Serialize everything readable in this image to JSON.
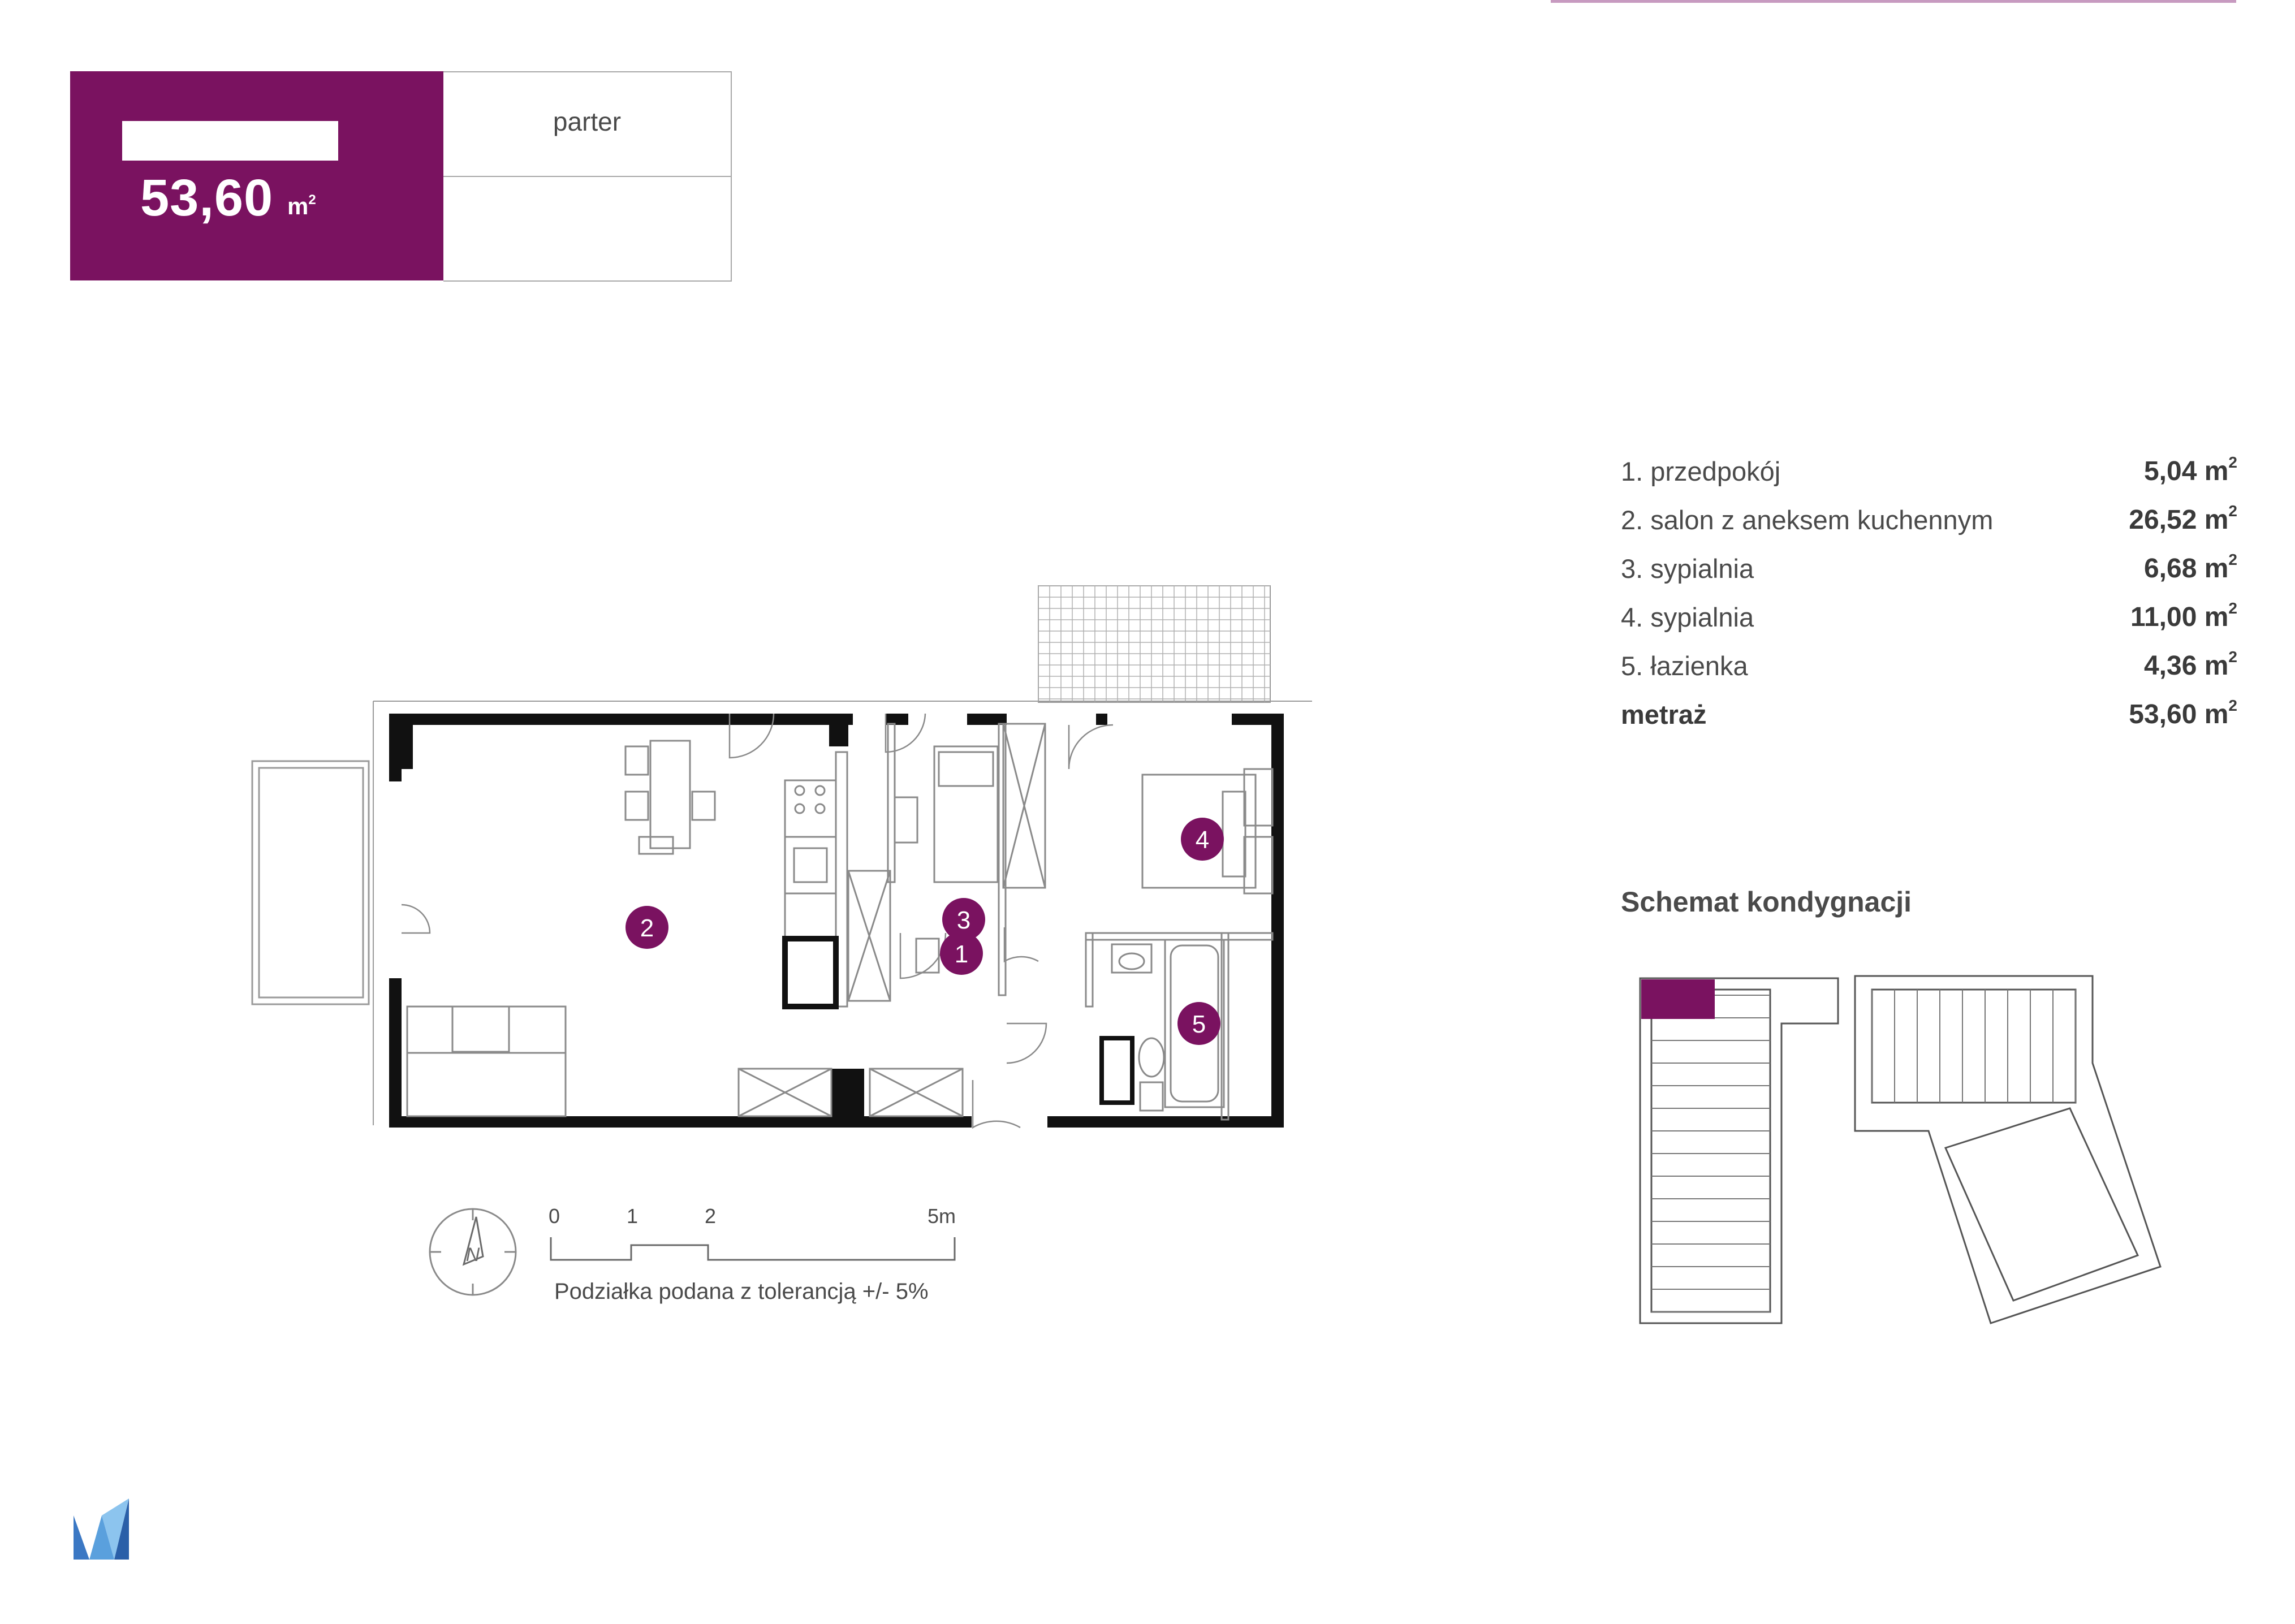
{
  "header": {
    "area_value": "53,60",
    "area_unit": "m",
    "area_unit_sup": "2",
    "floor_label": "parter"
  },
  "rooms": [
    {
      "name": "1. przedpokój",
      "area": "5,04 m",
      "sup": "2"
    },
    {
      "name": "2. salon z aneksem kuchennym",
      "area": "26,52 m",
      "sup": "2"
    },
    {
      "name": "3. sypialnia",
      "area": "6,68 m",
      "sup": "2"
    },
    {
      "name": "4. sypialnia",
      "area": "11,00 m",
      "sup": "2"
    },
    {
      "name": "5. łazienka",
      "area": "4,36 m",
      "sup": "2"
    }
  ],
  "total": {
    "name": "metraż",
    "area": "53,60 m",
    "sup": "2"
  },
  "schemat_title": "Schemat kondygnacji",
  "plan_markers": [
    "1",
    "2",
    "3",
    "4",
    "5"
  ],
  "scale": {
    "ticks": [
      "0",
      "1",
      "2",
      "5m"
    ],
    "note": "Podziałka podana z tolerancją +/- 5%"
  },
  "compass_label": "N",
  "colors": {
    "accent": "#7a1260",
    "wall": "#111111",
    "line": "#8a8a8a"
  }
}
